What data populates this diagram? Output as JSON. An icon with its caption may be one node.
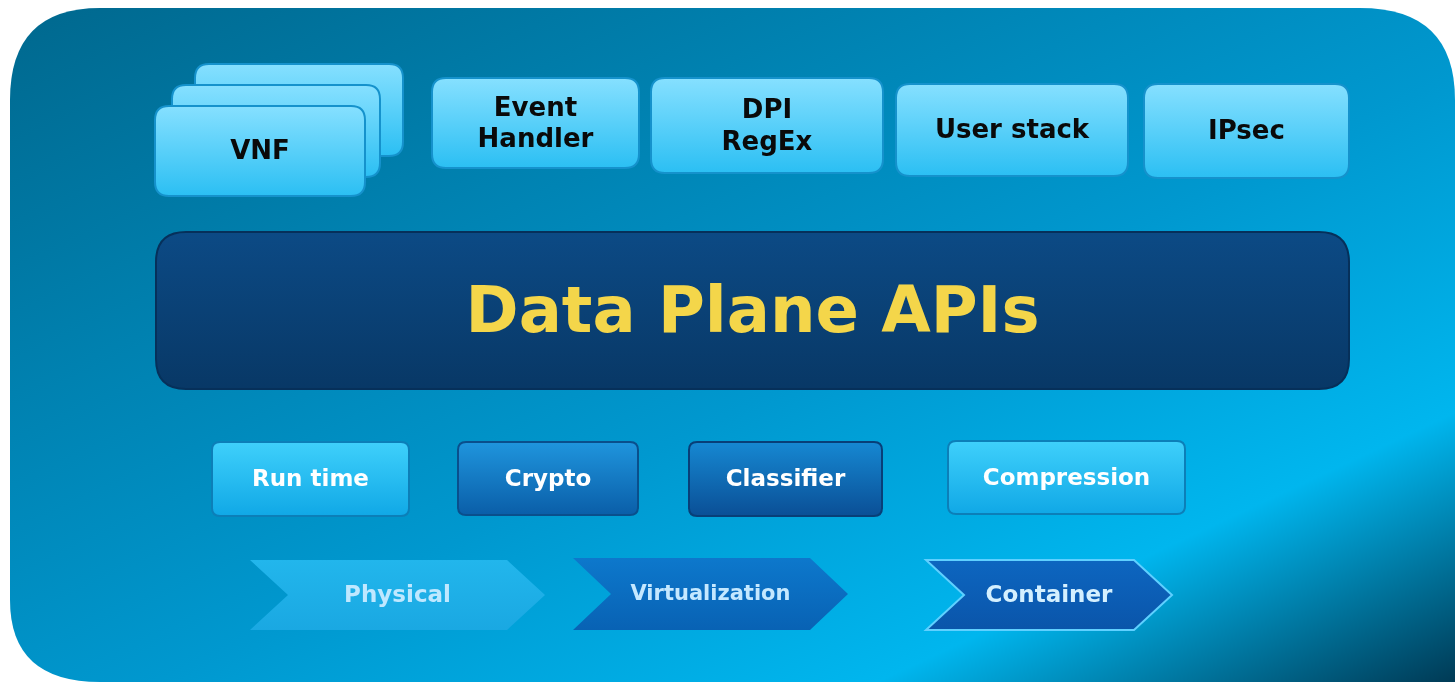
{
  "diagram": {
    "nodes": [
      {
        "text": [],
        "shape": "box"
      },
      {
        "text": [],
        "shape": "box"
      },
      {
        "text": [
          "VNF"
        ]
      },
      {
        "text": [
          "Event Handler"
        ]
      },
      {
        "text": [
          "DPI RegEx"
        ]
      },
      {
        "text": [
          "User stack"
        ]
      },
      {
        "text": [
          "IPsec"
        ]
      },
      {
        "text": [
          "Data Plane APIs"
        ]
      },
      {
        "text": [
          "Run time"
        ]
      },
      {
        "text": [
          "Crypto"
        ]
      },
      {
        "text": [
          "Classifier"
        ]
      },
      {
        "text": [
          "Compression"
        ]
      },
      {
        "text": [
          "Physical"
        ]
      },
      {
        "text": [
          "Virtualization"
        ]
      },
      {
        "text": [
          "Container"
        ]
      }
    ],
    "edges": []
  }
}
